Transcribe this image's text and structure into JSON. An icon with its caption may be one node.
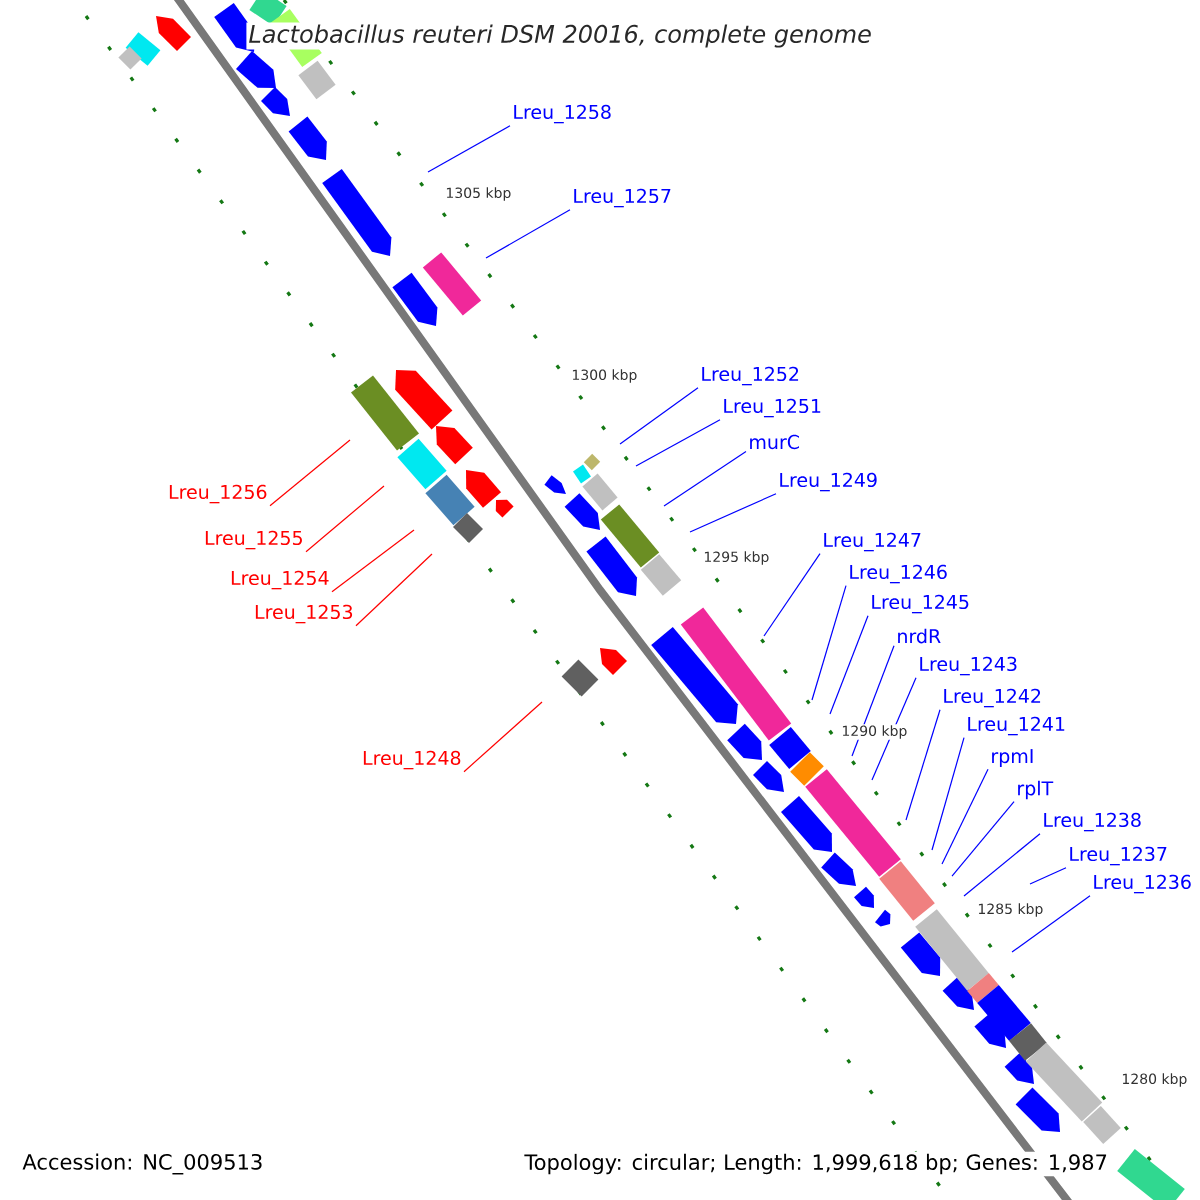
{
  "diagram": {
    "title": "Lactobacillus reuteri DSM 20016, complete genome",
    "nodes": [
      {
        "text": [
          "Lreu_1258"
        ]
      },
      {
        "text": [
          "Lreu_1257"
        ]
      },
      {
        "text": [
          "Lreu_1252"
        ]
      },
      {
        "text": [
          "Lreu_1251"
        ]
      },
      {
        "text": [
          "murC"
        ]
      },
      {
        "text": [
          "Lreu_1249"
        ]
      },
      {
        "text": [
          "Lreu_1256"
        ]
      },
      {
        "text": [
          "Lreu_1255"
        ]
      },
      {
        "text": [
          "Lreu_1247"
        ]
      },
      {
        "text": [
          "Lreu_1246"
        ]
      },
      {
        "text": [
          "Lreu_1254"
        ]
      },
      {
        "text": [
          "Lreu_1245"
        ]
      },
      {
        "text": [
          "Lreu_1253"
        ]
      },
      {
        "text": [
          "nrdR"
        ]
      },
      {
        "text": [
          "Lreu_1243"
        ]
      },
      {
        "text": [
          "Lreu_1242"
        ]
      },
      {
        "text": [
          "Lreu_1241"
        ]
      },
      {
        "text": [
          "rpmI"
        ]
      },
      {
        "text": [
          "Lreu_1248"
        ]
      },
      {
        "text": [
          "rplT"
        ]
      },
      {
        "text": [
          "Lreu_1238"
        ]
      },
      {
        "text": [
          "Lreu_1237"
        ]
      },
      {
        "text": [
          "Lreu_1236"
        ]
      }
    ],
    "edges": [
      {
        "from": 0,
        "to": null,
        "arrow": "none"
      },
      {
        "from": 1,
        "to": null,
        "arrow": "none"
      },
      {
        "from": 2,
        "to": null,
        "arrow": "none"
      },
      {
        "from": 3,
        "to": null,
        "arrow": "none"
      },
      {
        "from": 4,
        "to": null,
        "arrow": "none"
      },
      {
        "from": 5,
        "to": null,
        "arrow": "none"
      },
      {
        "from": 6,
        "to": null,
        "arrow": "none",
        "color": "#ff0000"
      },
      {
        "from": 7,
        "to": null,
        "arrow": "none",
        "color": "#ff0000"
      },
      {
        "from": 8,
        "to": null,
        "arrow": "none"
      },
      {
        "from": 9,
        "to": null,
        "arrow": "none"
      },
      {
        "from": 10,
        "to": null,
        "arrow": "none",
        "color": "#ff0000"
      },
      {
        "from": 11,
        "to": null,
        "arrow": "none"
      },
      {
        "from": 12,
        "to": null,
        "arrow": "none",
        "color": "#ff0000"
      },
      {
        "from": 13,
        "to": null,
        "arrow": "none"
      },
      {
        "from": 14,
        "to": null,
        "arrow": "none"
      },
      {
        "from": 15,
        "to": null,
        "arrow": "none"
      },
      {
        "from": 16,
        "to": null,
        "arrow": "none"
      },
      {
        "from": 17,
        "to": null,
        "arrow": "none"
      },
      {
        "from": 18,
        "to": null,
        "arrow": "none",
        "color": "#ff0000"
      },
      {
        "from": 19,
        "to": null,
        "arrow": "none"
      },
      {
        "from": 20,
        "to": null,
        "arrow": "none"
      },
      {
        "from": 21,
        "to": null,
        "arrow": "none"
      },
      {
        "from": 22,
        "to": null,
        "arrow": "none"
      }
    ],
    "labels": [
      "1305 kbp",
      "1300 kbp",
      "1295 kbp",
      "1290 kbp",
      "1285 kbp",
      "1280 kbp",
      "Accession: NC_009513",
      "Topology: circular; Length: 1,999,618 bp; Genes: 1,987"
    ]
  }
}
